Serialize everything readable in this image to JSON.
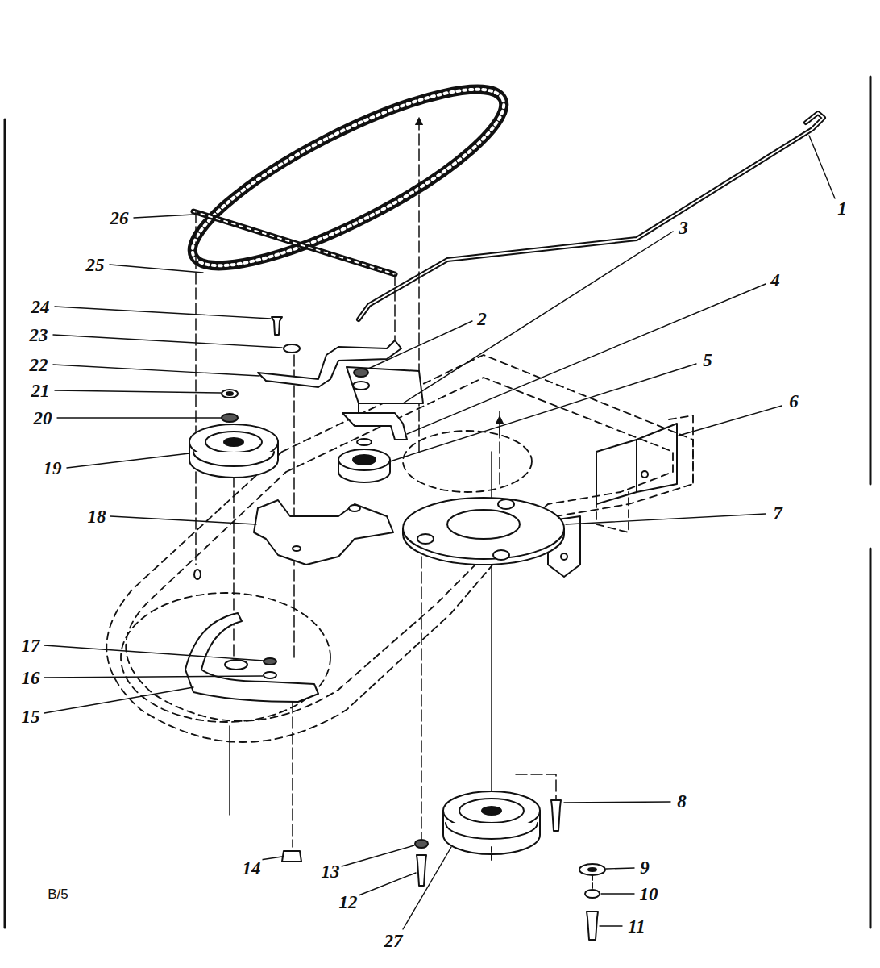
{
  "diagram": {
    "labels": [
      "1",
      "2",
      "3",
      "4",
      "5",
      "6",
      "7",
      "8",
      "9",
      "10",
      "11",
      "12",
      "13",
      "14",
      "15",
      "16",
      "17",
      "18",
      "19",
      "20",
      "21",
      "22",
      "23",
      "24",
      "25",
      "26",
      "27",
      "B/5"
    ]
  }
}
